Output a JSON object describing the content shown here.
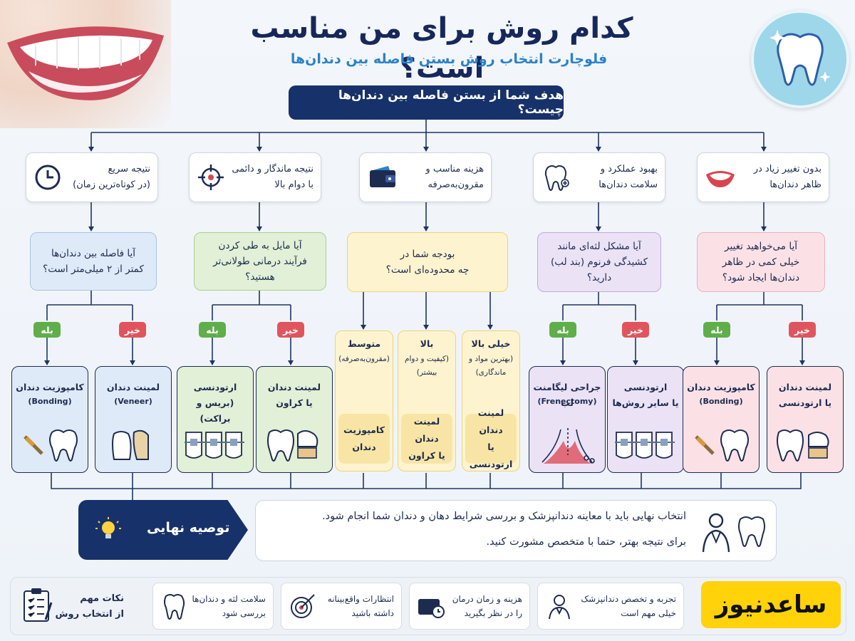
{
  "header": {
    "title": "کدام روش برای من مناسب است؟",
    "subtitle": "فلوچارت انتخاب روش بستن فاصله بین دندان‌ها"
  },
  "root_question": "هدف شما از بستن فاصله بین دندان‌ها چیست؟",
  "goals": [
    {
      "label": "نتیجه سریع\n(در کوتاه‌ترین زمان)",
      "icon": "clock-icon"
    },
    {
      "label": "نتیجه ماندگار و دائمی\nبا دوام بالا",
      "icon": "target-icon"
    },
    {
      "label": "هزینه مناسب و\nمقرون‌به‌صرفه",
      "icon": "wallet-icon"
    },
    {
      "label": "بهبود عملکرد و\nسلامت دندان‌ها",
      "icon": "tooth-icon"
    },
    {
      "label": "بدون تغییر زیاد در\nظاهر دندان‌ها",
      "icon": "smile-icon"
    }
  ],
  "decisions": [
    "آیا فاصله بین دندان‌ها\nکمتر از ۲ میلی‌متر است؟",
    "آیا مایل به طی کردن\nفرآیند درمانی طولانی‌تر\nهستید؟",
    "بودجه شما در\nچه محدوده‌ای است؟",
    "آیا مشکل لثه‌ای مانند\nکشیدگی فرنوم (بند لب)\nدارید؟",
    "آیا می‌خواهید تغییر\nخیلی کمی در ظاهر\nدندان‌ها ایجاد شود؟"
  ],
  "labels": {
    "yes": "بله",
    "no": "خیر"
  },
  "results": [
    {
      "title": "کامپوزیت دندان",
      "sub": "(Bonding)",
      "icon": "bonding-icon"
    },
    {
      "title": "لمینت دندان",
      "sub": "(Veneer)",
      "icon": "veneer-icon"
    },
    {
      "title": "ارتودنسی\n(بریس و براکت)",
      "sub": "",
      "icon": "braces-icon"
    },
    {
      "title": "لمینت دندان\nیا کراون",
      "sub": "",
      "icon": "crown-icon"
    },
    {
      "title": "جراحی لیگامنت لب",
      "sub": "(Frenectomy)",
      "icon": "frenectomy-icon"
    },
    {
      "title": "ارتودنسی\nیا سایر روش‌ها",
      "sub": "",
      "icon": "braces-icon"
    },
    {
      "title": "کامپوزیت دندان",
      "sub": "(Bonding)",
      "icon": "bonding-icon"
    },
    {
      "title": "لمینت دندان\nیا ارتودنسی",
      "sub": "",
      "icon": "veneer-icon"
    }
  ],
  "budget": [
    {
      "title": "متوسط",
      "sub": "(مقرون‌به‌صرفه)",
      "result": "کامپوزیت\nدندان"
    },
    {
      "title": "بالا",
      "sub": "(کیفیت و دوام\nبیشتر)",
      "result": "لمینت دندان\nیا کراون"
    },
    {
      "title": "خیلی بالا",
      "sub": "(بهترین مواد و\nماندگاری)",
      "result": "لمینت دندان\nیا ارتودنسی"
    }
  ],
  "recommendation": {
    "label": "توصیه نهایی",
    "line1": "انتخاب نهایی باید با معاینه دندانپزشک و بررسی شرایط دهان و دندان شما انجام شود.",
    "line2": "برای نتیجه بهتر، حتما با متخصص مشورت کنید."
  },
  "tips": {
    "title": "نکات مهم\nاز انتخاب روش",
    "items": [
      {
        "text": "سلامت لثه و دندان‌ها\nبررسی شود",
        "icon": "tooth-icon"
      },
      {
        "text": "انتظارات واقع‌بینانه\nداشته باشید",
        "icon": "target-icon"
      },
      {
        "text": "هزینه و زمان درمان\nرا در نظر بگیرید",
        "icon": "wallet-icon"
      },
      {
        "text": "تجربه و تخصص دندانپزشک\nخیلی مهم است",
        "icon": "dentist-icon"
      }
    ]
  },
  "brand": "ساعدنیوز",
  "colors": {
    "navy": "#17316a",
    "accent": "#2b82c9",
    "yes": "#5fae4a",
    "no": "#e0555d"
  }
}
